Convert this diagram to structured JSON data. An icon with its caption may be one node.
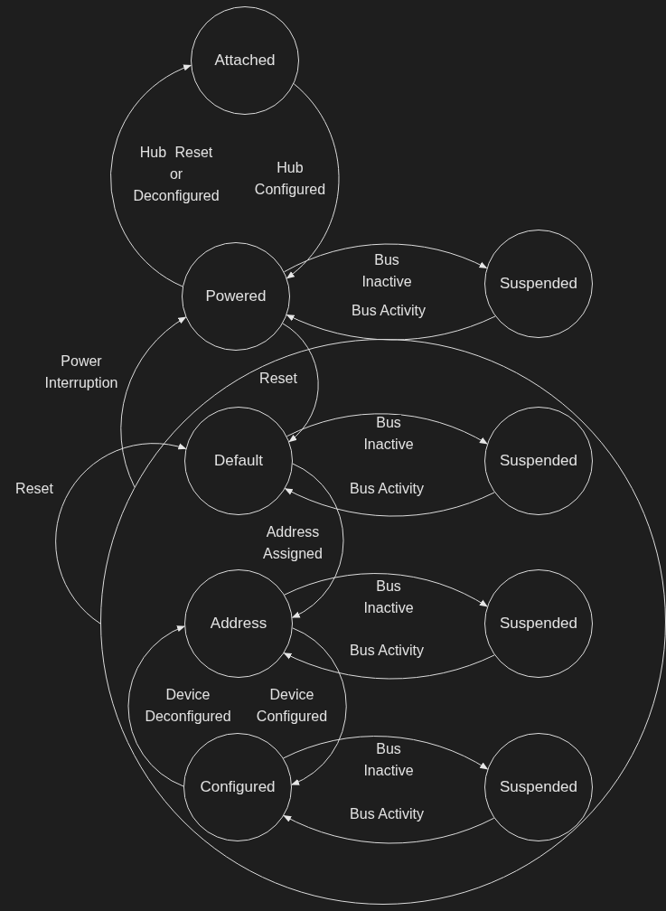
{
  "diagram": {
    "nodes": [
      {
        "text": [
          "Attached"
        ]
      },
      {
        "text": [
          "Powered"
        ]
      },
      {
        "text": [
          "Suspended"
        ]
      },
      {
        "text": [],
        "shape": "circle"
      },
      {
        "text": [
          "Default"
        ],
        "in": 3
      },
      {
        "text": [
          "Suspended"
        ],
        "in": 3
      },
      {
        "text": [
          "Address"
        ],
        "in": 3
      },
      {
        "text": [
          "Suspended"
        ],
        "in": 3
      },
      {
        "text": [
          "Configured"
        ],
        "in": 3
      },
      {
        "text": [
          "Suspended"
        ],
        "in": 3
      }
    ],
    "edges": [
      {
        "from": 0,
        "to": 1,
        "arrow": "to",
        "label": "Hub Configured"
      },
      {
        "from": 1,
        "to": 0,
        "arrow": "to",
        "label": "Hub Reset or Deconfigured"
      },
      {
        "from": 1,
        "to": 2,
        "arrow": "to",
        "label": "Bus Inactive"
      },
      {
        "from": 2,
        "to": 1,
        "arrow": "to",
        "label": "Bus Activity"
      },
      {
        "from": 1,
        "to": 4,
        "arrow": "to",
        "label": "Reset"
      },
      {
        "from": 3,
        "to": 1,
        "arrow": "to",
        "label": "Power Interruption"
      },
      {
        "from": 3,
        "to": 4,
        "arrow": "to",
        "label": "Reset"
      },
      {
        "from": 4,
        "to": 5,
        "arrow": "to",
        "label": "Bus Inactive"
      },
      {
        "from": 5,
        "to": 4,
        "arrow": "to",
        "label": "Bus Activity"
      },
      {
        "from": 4,
        "to": 6,
        "arrow": "to",
        "label": "Address Assigned"
      },
      {
        "from": 6,
        "to": 7,
        "arrow": "to",
        "label": "Bus Inactive"
      },
      {
        "from": 7,
        "to": 6,
        "arrow": "to",
        "label": "Bus Activity"
      },
      {
        "from": 6,
        "to": 8,
        "arrow": "to",
        "label": "Device Configured"
      },
      {
        "from": 8,
        "to": 6,
        "arrow": "to",
        "label": "Device Deconfigured"
      },
      {
        "from": 8,
        "to": 9,
        "arrow": "to",
        "label": "Bus Inactive"
      },
      {
        "from": 9,
        "to": 8,
        "arrow": "to",
        "label": "Bus Activity"
      }
    ]
  }
}
